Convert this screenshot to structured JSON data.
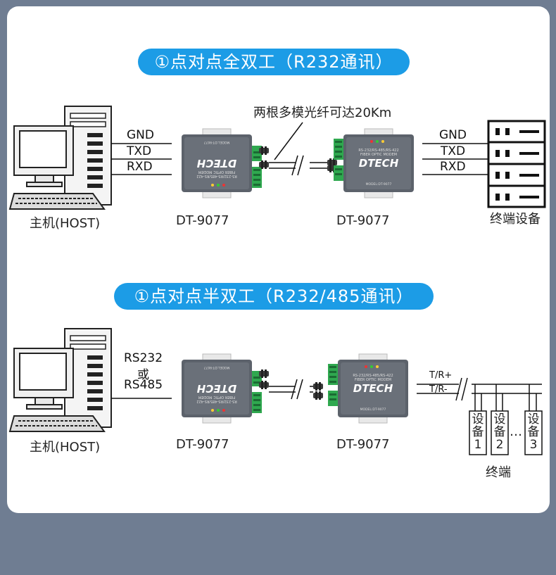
{
  "section1": {
    "title": "①点对点全双工（R232通讯）",
    "fiber_note": "两根多模光纤可达20Km",
    "host_label": "主机(HOST)",
    "device_left_label": "DT-9077",
    "device_right_label": "DT-9077",
    "terminal_label": "终端设备",
    "signals_left": [
      "GND",
      "TXD",
      "RXD"
    ],
    "signals_right": [
      "GND",
      "TXD",
      "RXD"
    ]
  },
  "section2": {
    "title": "①点对点半双工（R232/485通讯）",
    "host_label": "主机(HOST)",
    "iface_line1": "RS232",
    "iface_line2": "或",
    "iface_line3": "RS485",
    "device_left_label": "DT-9077",
    "device_right_label": "DT-9077",
    "bus_plus": "T/R+",
    "bus_minus": "T/R-",
    "terminals": [
      "设备1",
      "设备2",
      "设备3"
    ],
    "ellipsis": "…",
    "terminal_group_label": "终端"
  },
  "device_face": {
    "brand": "DTECH",
    "model_text": "MODEL:DT-9077",
    "spec_text": "RS-232/RS-485/RS-422",
    "sub_text": "FIBER OPTIC MODEM"
  },
  "colors": {
    "background": "#6f7d92",
    "card": "#ffffff",
    "pill": "#1c9ce6",
    "device_body": "#5c626b",
    "terminal_block": "#2fa84f"
  }
}
